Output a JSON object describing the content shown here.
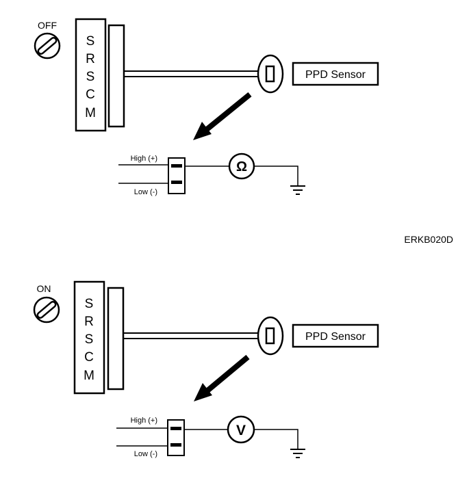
{
  "figure_code": "ERKB020D",
  "panels": [
    {
      "key_state": "OFF",
      "module_letters": [
        "S",
        "R",
        "S",
        "C",
        "M"
      ],
      "sensor_label": "PPD Sensor",
      "connector_high_label": "High (+)",
      "connector_low_label": "Low (-)",
      "meter_symbol": "Ω"
    },
    {
      "key_state": "ON",
      "module_letters": [
        "S",
        "R",
        "S",
        "C",
        "M"
      ],
      "sensor_label": "PPD Sensor",
      "connector_high_label": "High (+)",
      "connector_low_label": "Low (-)",
      "meter_symbol": "V"
    }
  ],
  "colors": {
    "ink": "#000000",
    "background": "#ffffff"
  }
}
